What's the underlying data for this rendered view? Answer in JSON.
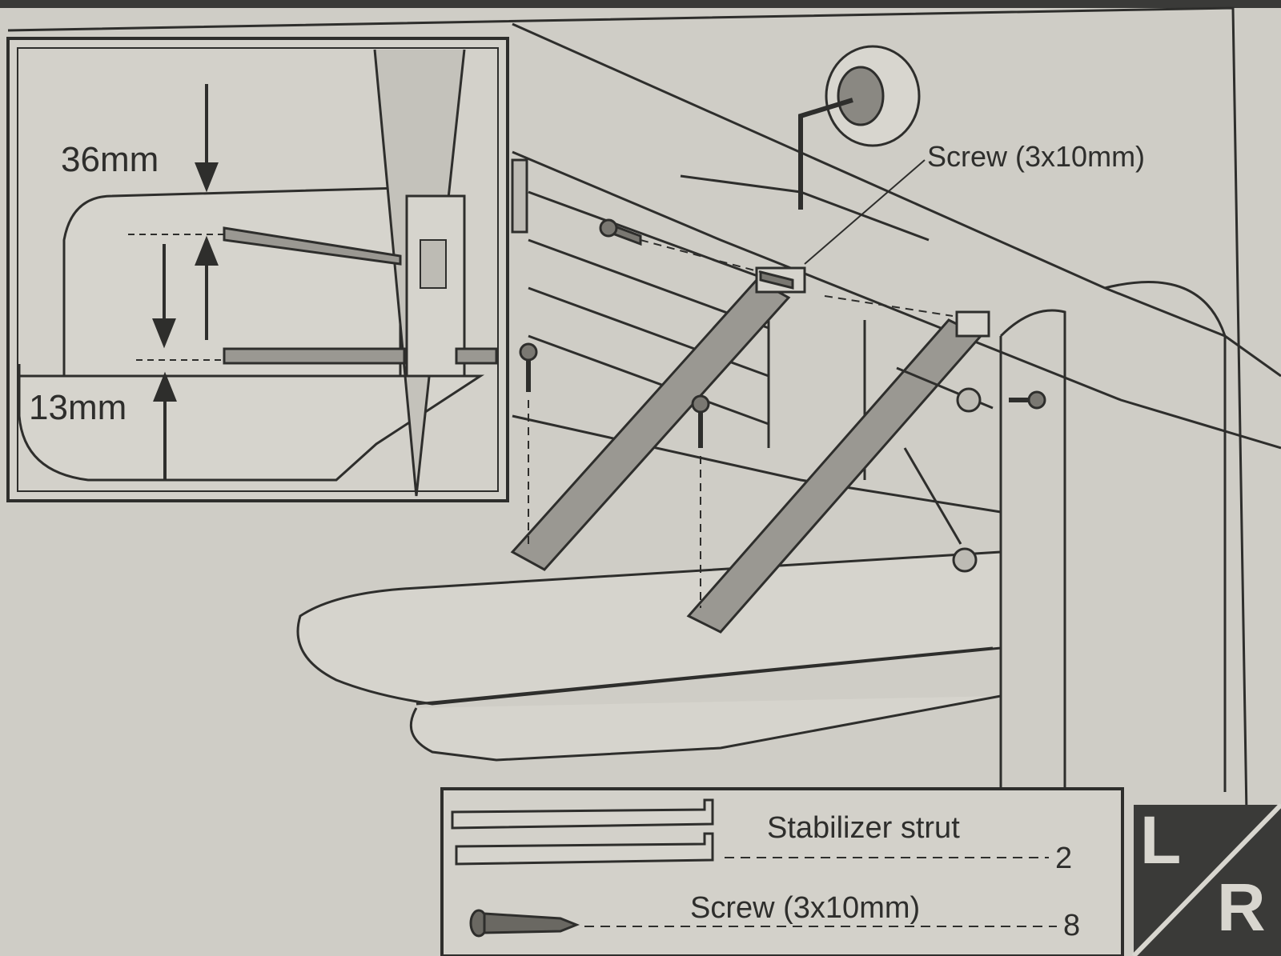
{
  "diagram": {
    "inset": {
      "dimension_top": "36mm",
      "dimension_bottom": "13mm"
    },
    "callout_screw": "Screw (3x10mm)",
    "parts_list": {
      "items": [
        {
          "name": "Stabilizer strut",
          "quantity": "2"
        },
        {
          "name": "Screw (3x10mm)",
          "quantity": "8"
        }
      ]
    },
    "side_badge": {
      "left": "L",
      "right": "R"
    }
  },
  "colors": {
    "paper": "#cfcdc6",
    "ink": "#2e2e2c",
    "strut_fill": "#9a9892",
    "badge": "#3a3a38"
  }
}
